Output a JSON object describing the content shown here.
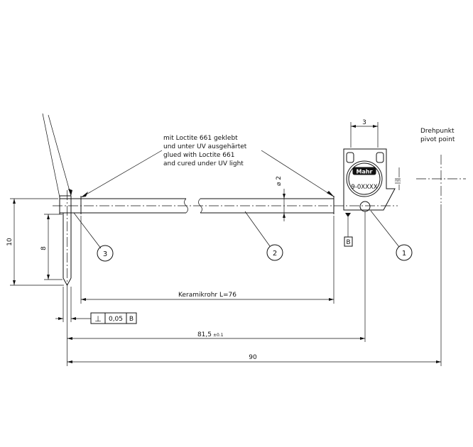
{
  "notes": {
    "pivot_de": "Drehpunkt",
    "pivot_en": "pivot point",
    "adhesive_de_1": "mit Loctite 661 geklebt",
    "adhesive_de_2": "und unter UV ausgehärtet",
    "adhesive_en_1": "glued with Loctite 661",
    "adhesive_en_2": "and cured under UV light"
  },
  "dimensions": {
    "d3": "3",
    "diameter": "⌀ 2",
    "d10": "10",
    "d8": "8",
    "ceramic_tube": "Keramikrohr L=76",
    "d81_5": "81,5",
    "d81_5_tol": "±0.1",
    "d90": "90"
  },
  "tolerance": {
    "symbol": "⊥",
    "value": "0,05",
    "datum": "B"
  },
  "datum_label": "B",
  "balloons": [
    "3",
    "2",
    "1"
  ],
  "holder": {
    "logo": "Mahr",
    "part_no": "9-0XXXX"
  }
}
